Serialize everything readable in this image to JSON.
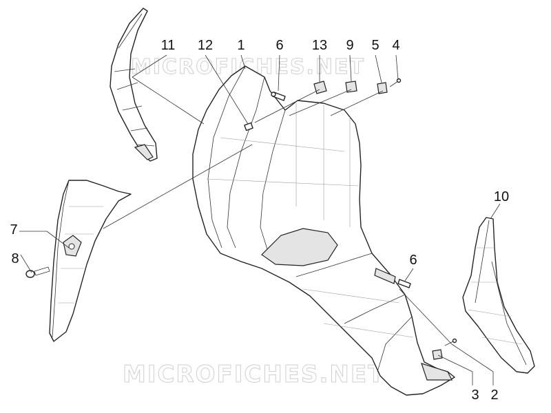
{
  "watermark": "MICROFICHES.NET",
  "callouts": {
    "c11": "11",
    "c12": "12",
    "c1": "1",
    "c6_top": "6",
    "c13": "13",
    "c9": "9",
    "c5": "5",
    "c4": "4",
    "c10": "10",
    "c7": "7",
    "c8": "8",
    "c6_low": "6",
    "c3": "3",
    "c2": "2"
  }
}
